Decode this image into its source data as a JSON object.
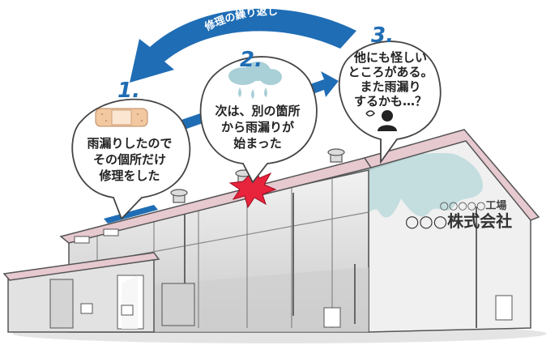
{
  "cycle_label": "修理の繰り返し",
  "steps": [
    {
      "number": "1.",
      "lines": [
        "雨漏りしたので",
        "その個所だけ",
        "修理をした"
      ],
      "icon": "bandage-icon"
    },
    {
      "number": "2.",
      "lines": [
        "次は、別の箇所",
        "から雨漏りが",
        "始まった"
      ],
      "icon": "rain-cloud-icon"
    },
    {
      "number": "3.",
      "lines": [
        "他にも怪しい",
        "ところがある。",
        "また雨漏り",
        "するかも…？"
      ],
      "icon": "worried-person-icon"
    }
  ],
  "sign": {
    "small": "○○○○○工場",
    "big": "○○○株式会社"
  },
  "colors": {
    "arrow": "#1f6db5",
    "roof": "#e7c9d0",
    "wall": "#ececec",
    "leak": "#e8243c",
    "stain": "#bcd9dc"
  }
}
